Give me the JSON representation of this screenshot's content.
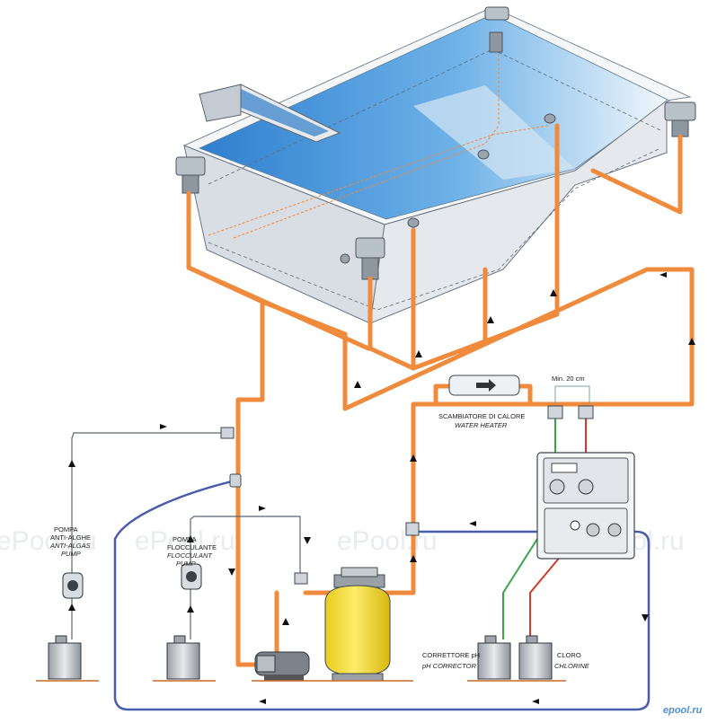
{
  "labels": {
    "min_distance": "Min. 20 cm",
    "heater_it": "SCAMBIATORE DI CALORE",
    "heater_en": "WATER HEATER",
    "algae_pump_it_1": "POMPA",
    "algae_pump_it_2": "ANTI-ALGHE",
    "algae_pump_en_1": "ANTI-ALGAS",
    "algae_pump_en_2": "PUMP",
    "floc_pump_it_1": "POMPA",
    "floc_pump_it_2": "FLOCCULANTE",
    "floc_pump_en_1": "FLOCCULANT",
    "floc_pump_en_2": "PUMP",
    "ph_it": "CORRETTORE pH",
    "ph_en": "pH CORRECTOR",
    "chlorine_it": "CLORO",
    "chlorine_en": "CHLORINE"
  },
  "watermarks": [
    "ePool.ru",
    "ePool.ru",
    "ePool.ru",
    "ePool.ru"
  ],
  "logo": "epool.ru",
  "colors": {
    "pipe": "#f08a3c",
    "pipe_dark": "#c9661c",
    "dosing_line": "#4a5cab",
    "water": "#3e8fd6",
    "pool_wall": "#e3e8ee",
    "filter": "#f7e23a",
    "green_line": "#3aa64a",
    "red_line": "#d23a2e"
  }
}
